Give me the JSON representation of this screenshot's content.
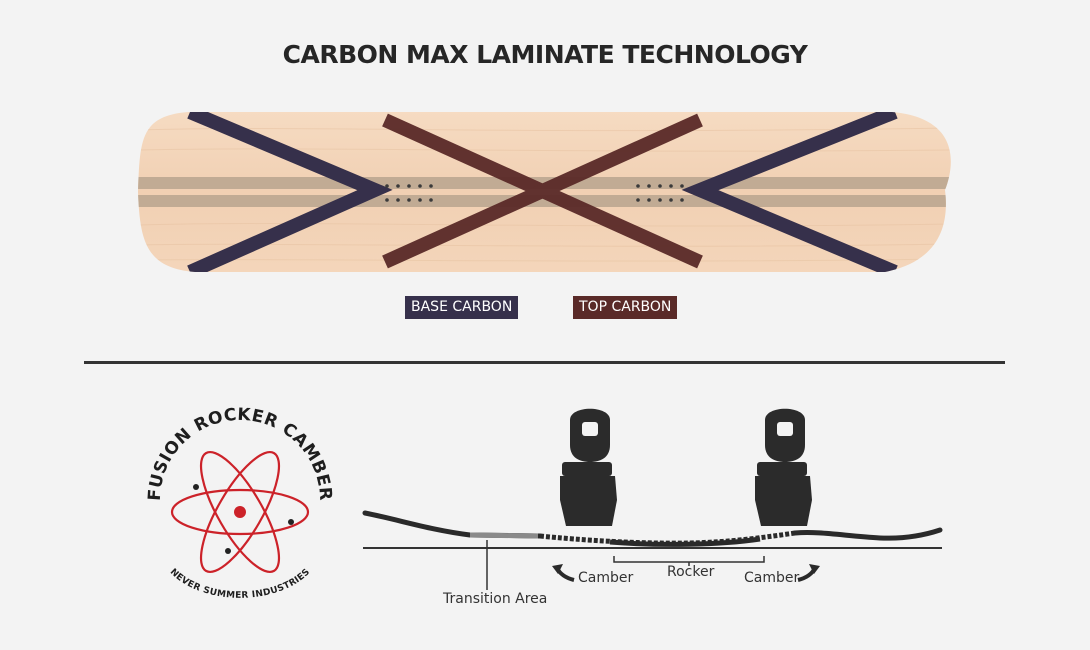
{
  "title": "CARBON MAX LAMINATE  TECHNOLOGY",
  "legend": {
    "base": {
      "label": "BASE CARBON",
      "color": "#36304b"
    },
    "top": {
      "label": "TOP CARBON",
      "color": "#5a2a28"
    }
  },
  "logo": {
    "arc_text": "FUSION ROCKER CAMBER",
    "bottom_text": "NEVER SUMMER INDUSTRIES",
    "orbit_color": "#cc2229",
    "icon": "atom-icon"
  },
  "profile": {
    "labels": {
      "camber_left": "Camber",
      "rocker": "Rocker",
      "camber_right": "Camber",
      "transition": "Transition Area"
    },
    "icons": [
      "binding-icon",
      "curved-arrow-icon"
    ]
  }
}
